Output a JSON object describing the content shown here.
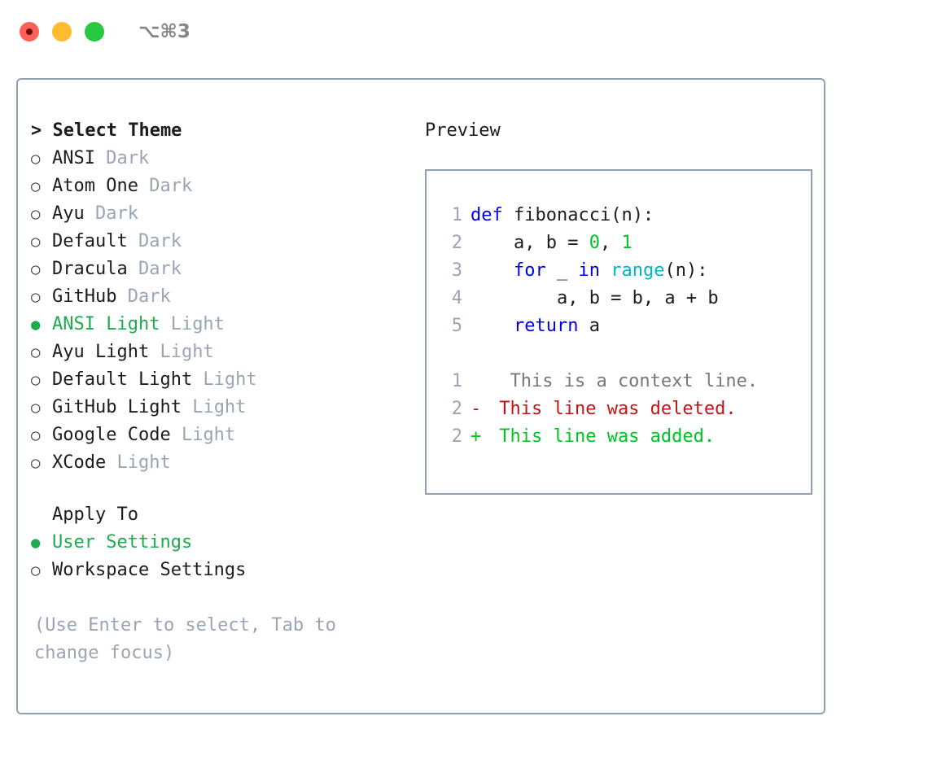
{
  "titlebar": {
    "lights": [
      {
        "name": "close-button",
        "color": "#ff6058"
      },
      {
        "name": "minimize-button",
        "color": "#febc2e"
      },
      {
        "name": "maximize-button",
        "color": "#28c840"
      }
    ],
    "shortcut": "⌥⌘3"
  },
  "theme_panel": {
    "heading": "> Select Theme",
    "items": [
      {
        "bullet": "○",
        "label": "ANSI",
        "suffix": "Dark",
        "selected": false
      },
      {
        "bullet": "○",
        "label": "Atom One",
        "suffix": "Dark",
        "selected": false
      },
      {
        "bullet": "○",
        "label": "Ayu",
        "suffix": "Dark",
        "selected": false
      },
      {
        "bullet": "○",
        "label": "Default",
        "suffix": "Dark",
        "selected": false
      },
      {
        "bullet": "○",
        "label": "Dracula",
        "suffix": "Dark",
        "selected": false
      },
      {
        "bullet": "○",
        "label": "GitHub",
        "suffix": "Dark",
        "selected": false
      },
      {
        "bullet": "●",
        "label": "ANSI Light",
        "suffix": "Light",
        "selected": true
      },
      {
        "bullet": "○",
        "label": "Ayu Light",
        "suffix": "Light",
        "selected": false
      },
      {
        "bullet": "○",
        "label": "Default Light",
        "suffix": "Light",
        "selected": false
      },
      {
        "bullet": "○",
        "label": "GitHub Light",
        "suffix": "Light",
        "selected": false
      },
      {
        "bullet": "○",
        "label": "Google Code",
        "suffix": "Light",
        "selected": false
      },
      {
        "bullet": "○",
        "label": "XCode",
        "suffix": "Light",
        "selected": false
      }
    ]
  },
  "apply_to": {
    "heading": "Apply To",
    "items": [
      {
        "bullet": "●",
        "label": "User Settings",
        "selected": true
      },
      {
        "bullet": "○",
        "label": "Workspace Settings",
        "selected": false
      }
    ]
  },
  "hint": "(Use Enter to select, Tab to change focus)",
  "preview": {
    "title": "Preview",
    "code_lines": [
      {
        "no": "1",
        "tokens": [
          {
            "t": "def",
            "c": "kw"
          },
          {
            "t": " fibonacci(n):",
            "c": "text"
          }
        ]
      },
      {
        "no": "2",
        "tokens": [
          {
            "t": "    a, b = ",
            "c": "text"
          },
          {
            "t": "0",
            "c": "num"
          },
          {
            "t": ", ",
            "c": "text"
          },
          {
            "t": "1",
            "c": "num"
          }
        ]
      },
      {
        "no": "3",
        "tokens": [
          {
            "t": "    ",
            "c": "text"
          },
          {
            "t": "for",
            "c": "kw"
          },
          {
            "t": " _ ",
            "c": "text"
          },
          {
            "t": "in",
            "c": "kw"
          },
          {
            "t": " ",
            "c": "text"
          },
          {
            "t": "range",
            "c": "fn"
          },
          {
            "t": "(n):",
            "c": "text"
          }
        ]
      },
      {
        "no": "4",
        "tokens": [
          {
            "t": "        a, b = b, a + b",
            "c": "text"
          }
        ]
      },
      {
        "no": "5",
        "tokens": [
          {
            "t": "    ",
            "c": "text"
          },
          {
            "t": "return",
            "c": "kw"
          },
          {
            "t": " a",
            "c": "text"
          }
        ]
      }
    ],
    "diff_lines": [
      {
        "no": "1",
        "marker": " ",
        "text": "  This is a context line.",
        "kind": "ctx"
      },
      {
        "no": "2",
        "marker": "-",
        "text": " This line was deleted.",
        "kind": "del"
      },
      {
        "no": "2",
        "marker": "+",
        "text": " This line was added.",
        "kind": "add"
      }
    ]
  },
  "colors": {
    "accent_green": "#1dab4e",
    "muted": "#9aa5b4",
    "border": "#93a0b0",
    "keyword": "#0000ee",
    "function": "#00b6c4",
    "number": "#00c423",
    "diff_delete": "#c01515",
    "diff_add": "#00c423"
  }
}
